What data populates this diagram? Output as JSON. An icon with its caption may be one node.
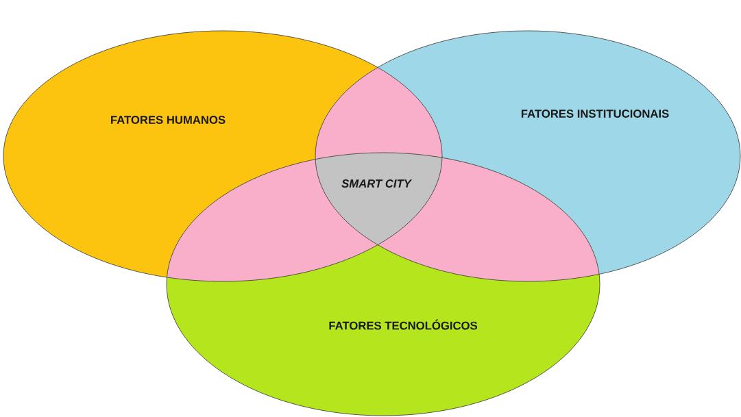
{
  "diagram": {
    "nodes": [
      {
        "text": [
          "FATORES HUMANOS"
        ]
      },
      {
        "text": [
          "FATORES INSTITUCIONAIS"
        ]
      },
      {
        "text": [
          "FATORES TECNOLÓGICOS"
        ]
      },
      {
        "text": [
          "SMART CITY"
        ]
      }
    ]
  }
}
